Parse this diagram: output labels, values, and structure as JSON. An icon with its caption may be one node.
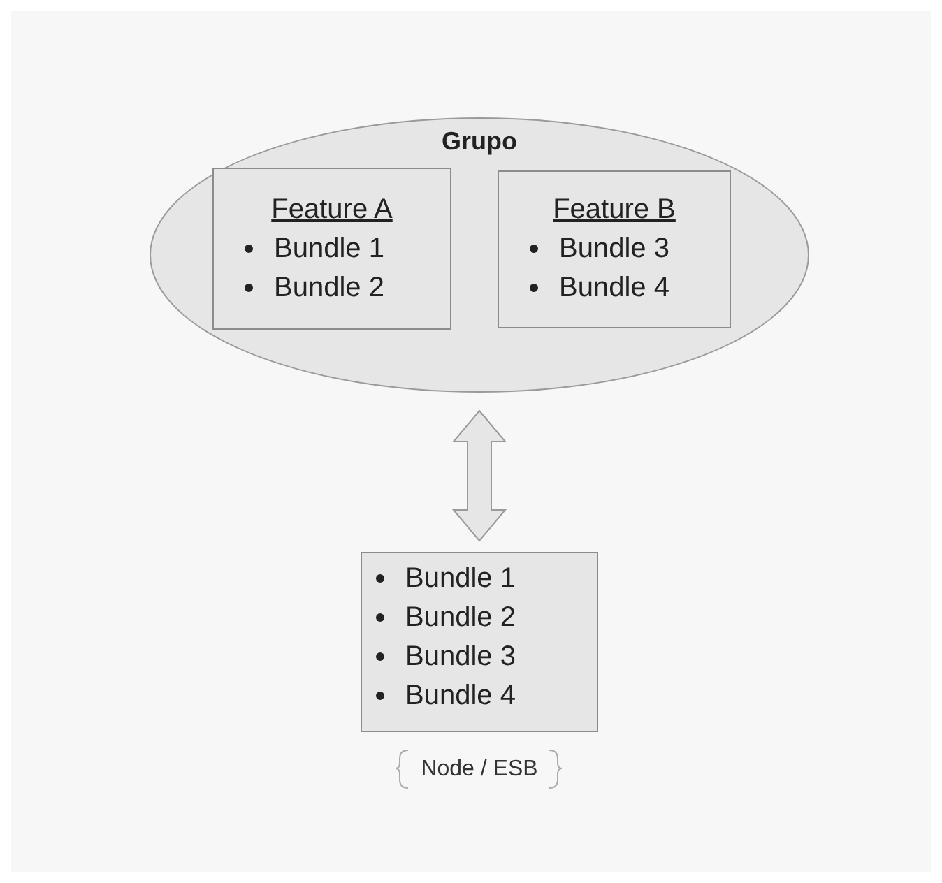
{
  "diagram": {
    "nodes": [
      {
        "text": [
          "Grupo"
        ]
      },
      {
        "text": [
          "Feature A",
          "Bundle 1",
          "Bundle 2"
        ],
        "in": 0
      },
      {
        "text": [
          "Feature B",
          "Bundle 3",
          "Bundle 4"
        ],
        "in": 0
      },
      {
        "text": [
          "Bundle 1",
          "Bundle 2",
          "Bundle 3",
          "Bundle 4"
        ],
        "beside": [
          "Node / ESB"
        ]
      }
    ],
    "edges": [
      {
        "from": 0,
        "to": 3,
        "arrow": "both"
      }
    ]
  }
}
